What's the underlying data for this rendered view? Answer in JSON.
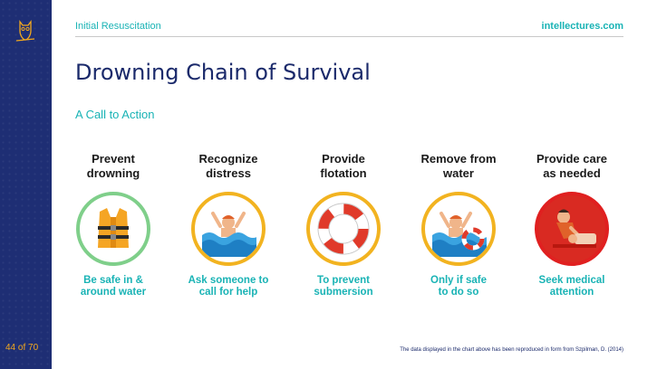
{
  "header": {
    "section": "Initial Resuscitation",
    "site": "intellectures.com"
  },
  "page": {
    "title": "Drowning Chain of Survival",
    "subtitle": "A Call to Action",
    "page_indicator": "44 of 70",
    "footnote": "The data displayed in the chart above has been reproduced in form from  Szpilman, D. (2014)"
  },
  "steps": [
    {
      "title": "Prevent\ndrowning",
      "desc": "Be safe in &\naround water",
      "icon": "life-jacket-icon",
      "ring_color": "#7fcf8a"
    },
    {
      "title": "Recognize\ndistress",
      "desc": "Ask someone to\ncall for help",
      "icon": "drowning-person-icon",
      "ring_color": "#f2b320"
    },
    {
      "title": "Provide\nflotation",
      "desc": "To prevent\nsubmersion",
      "icon": "life-ring-icon",
      "ring_color": "#f2b320"
    },
    {
      "title": "Remove from\nwater",
      "desc": "Only if safe\nto do so",
      "icon": "rescue-person-icon",
      "ring_color": "#f2b320"
    },
    {
      "title": "Provide care\nas needed",
      "desc": "Seek medical\nattention",
      "icon": "cpr-icon",
      "ring_color": "#e02020"
    }
  ]
}
